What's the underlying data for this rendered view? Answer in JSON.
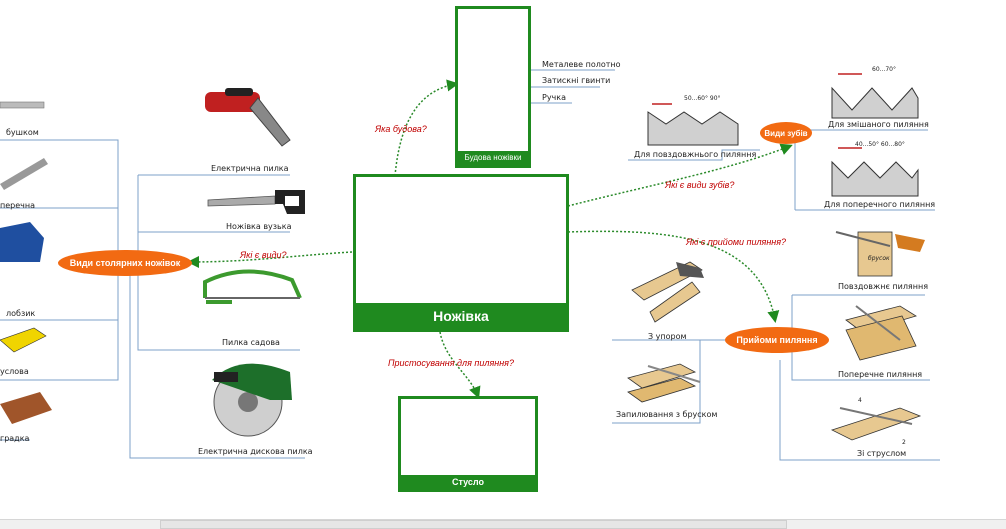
{
  "center": {
    "title": "Ножівка"
  },
  "top_card": {
    "caption": "Будова ножівки"
  },
  "bottom_card": {
    "caption": "Стусло"
  },
  "questions": {
    "structure": "Яка будова?",
    "types": "Які є види?",
    "teeth": "Які є види зубів?",
    "methods": "Які є прийоми пиляння?",
    "fixture": "Пристосування для пиляння?"
  },
  "nodes": {
    "types": "Види столярних ножівок",
    "teeth": "Види зубів",
    "methods": "Прийоми пиляння"
  },
  "structure_parts": [
    "Металеве полотно",
    "Затискні гвинти",
    "Ручка"
  ],
  "saw_types_right": [
    "Електрична пилка",
    "Ножівка вузька",
    "Пилка садова",
    "Електрична дискова пилка"
  ],
  "saw_types_left": [
    "бушком",
    "перечна",
    "лобзик",
    "услова",
    "градка"
  ],
  "teeth_types": {
    "rip": "Для повздовжнього пиляння",
    "mixed": "Для змішаного пиляння",
    "cross": "Для поперечного пиляння",
    "rip_angles": "50...60°   90°",
    "mixed_angles": "60...70°",
    "cross_angles": "40...50°   60...80°"
  },
  "methods_left": [
    "З упором",
    "Запилювання з бруском"
  ],
  "methods_right": [
    "Повздовжнє пиляння",
    "Поперечне пиляння",
    "Зі струслом"
  ],
  "figure_marks": {
    "bar_word": "брусок"
  },
  "colors": {
    "green": "#1f8a1f",
    "orange": "#f26a12",
    "question": "#c00000",
    "bracket": "#7da0c8"
  }
}
